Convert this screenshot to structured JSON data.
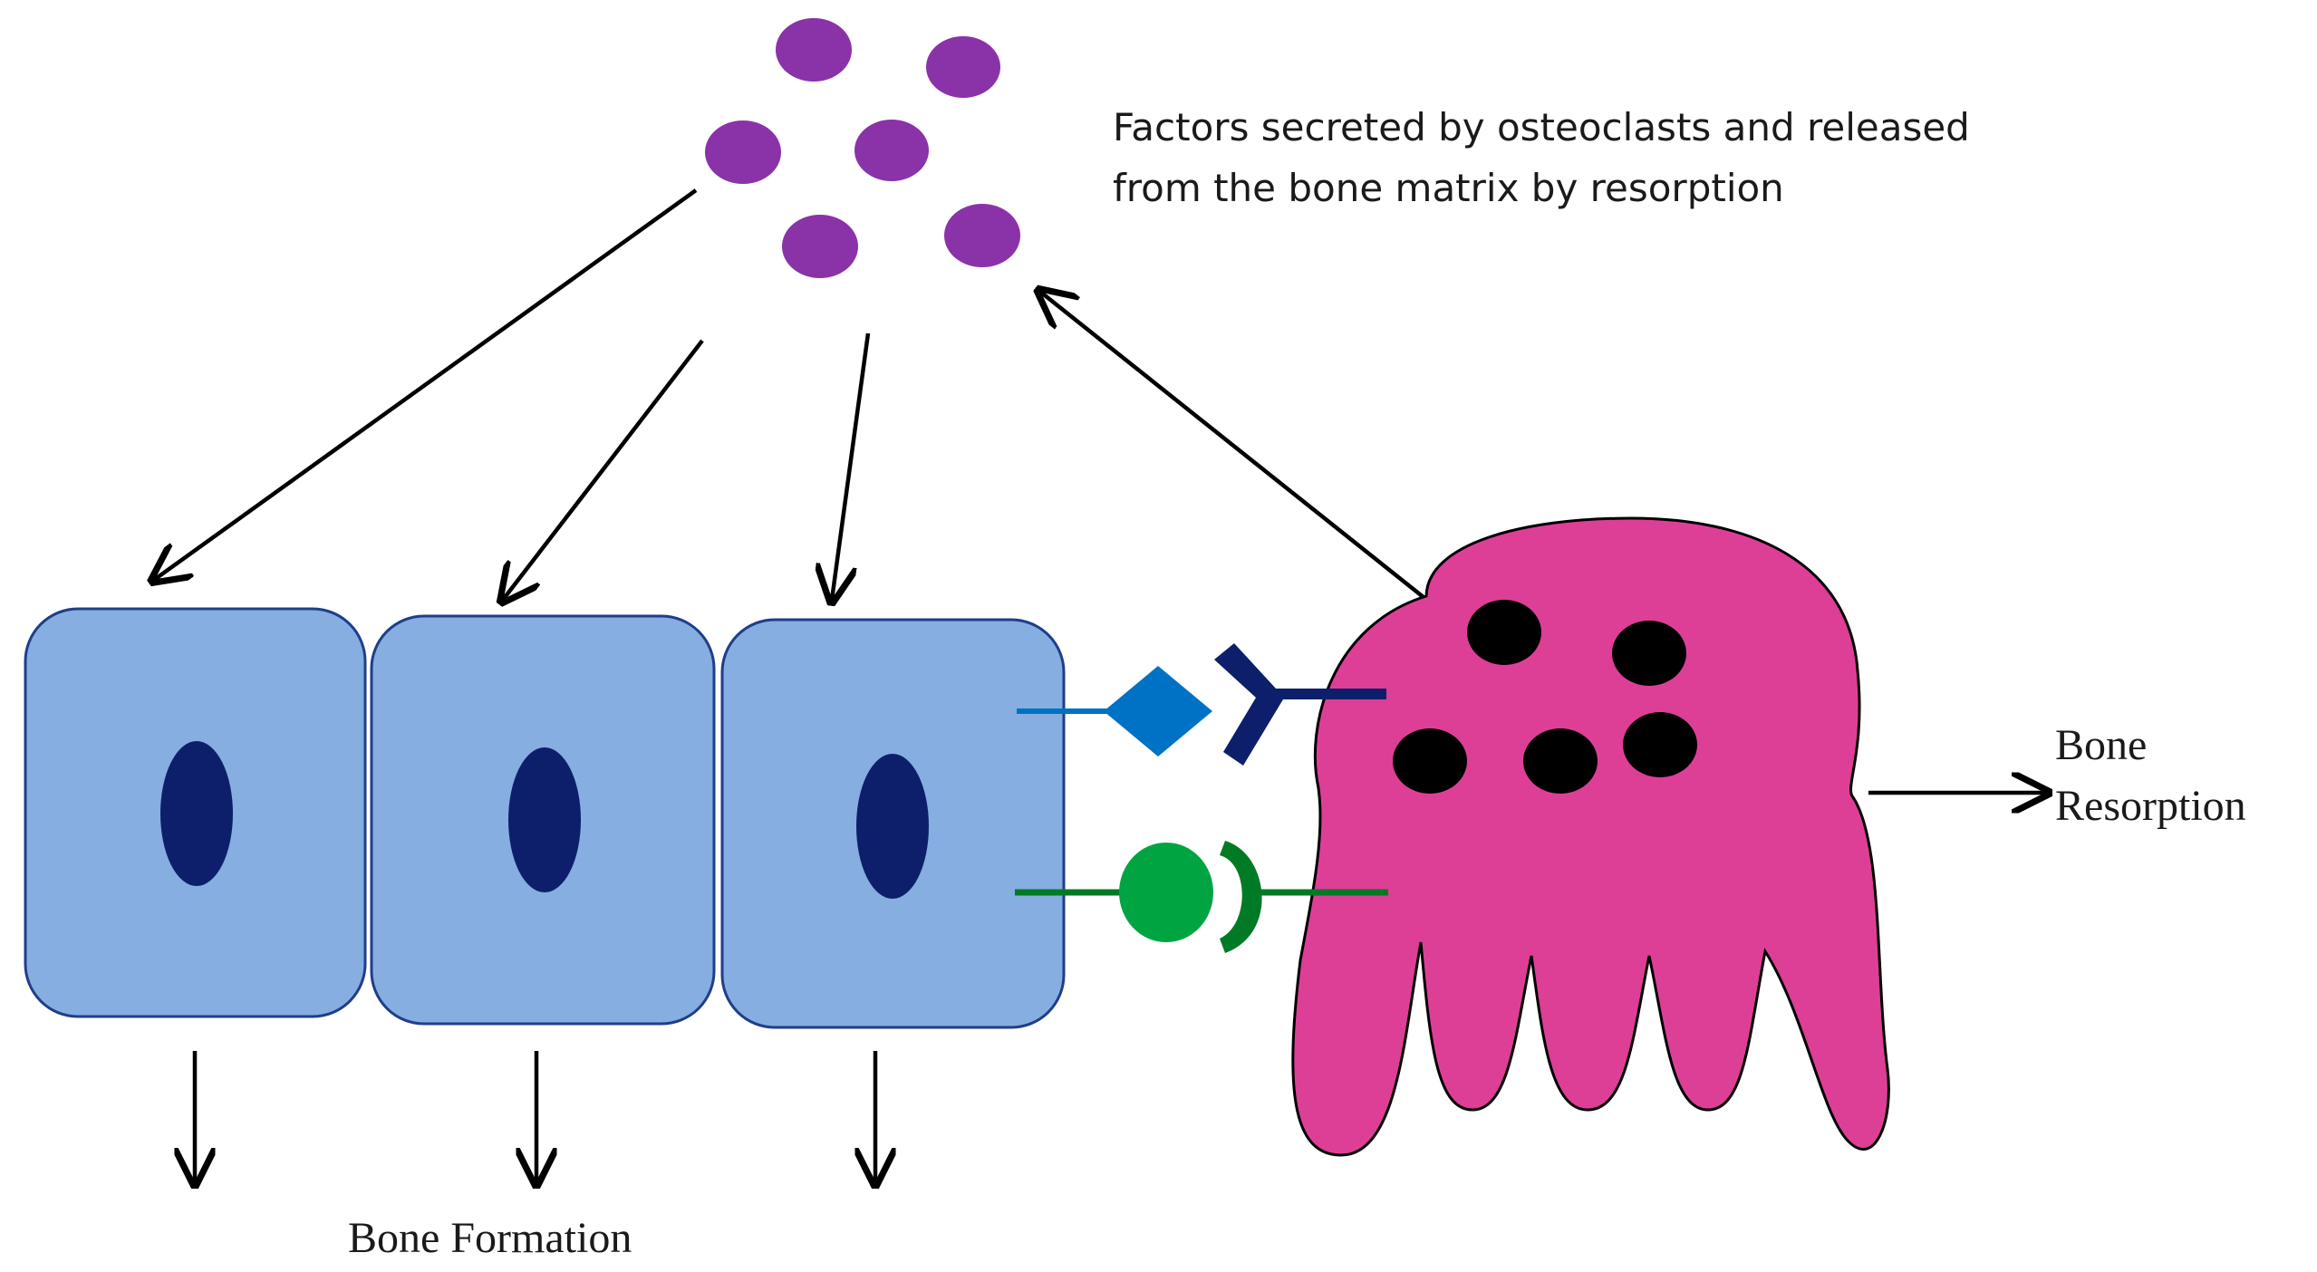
{
  "labels": {
    "factors_line1": "Factors secreted by osteoclasts and released",
    "factors_line2": "from the bone matrix by resorption",
    "resorption_line1": "Bone",
    "resorption_line2": "Resorption",
    "formation": "Bone Formation"
  },
  "icons": {
    "factor": "purple-factor-dot-icon",
    "nucleus": "osteoblast-nucleus-icon",
    "diamond_ligand": "diamond-ligand-icon",
    "y_receptor": "y-receptor-icon",
    "round_ligand": "round-ligand-icon",
    "bracket_receptor": "bracket-receptor-icon"
  },
  "colors": {
    "factor": "#8a32a8",
    "osteoblast_fill": "#86aee0",
    "osteoblast_stroke": "#1f3e8a",
    "nucleus": "#0d1f6b",
    "osteoclast": "#de3f96",
    "osteoclast_nucleus": "#000000",
    "diamond_ligand": "#0072c6",
    "y_receptor": "#0d1f6b",
    "green_pair": "#00a542",
    "green_receptor": "#007a25",
    "arrow": "#000000"
  }
}
